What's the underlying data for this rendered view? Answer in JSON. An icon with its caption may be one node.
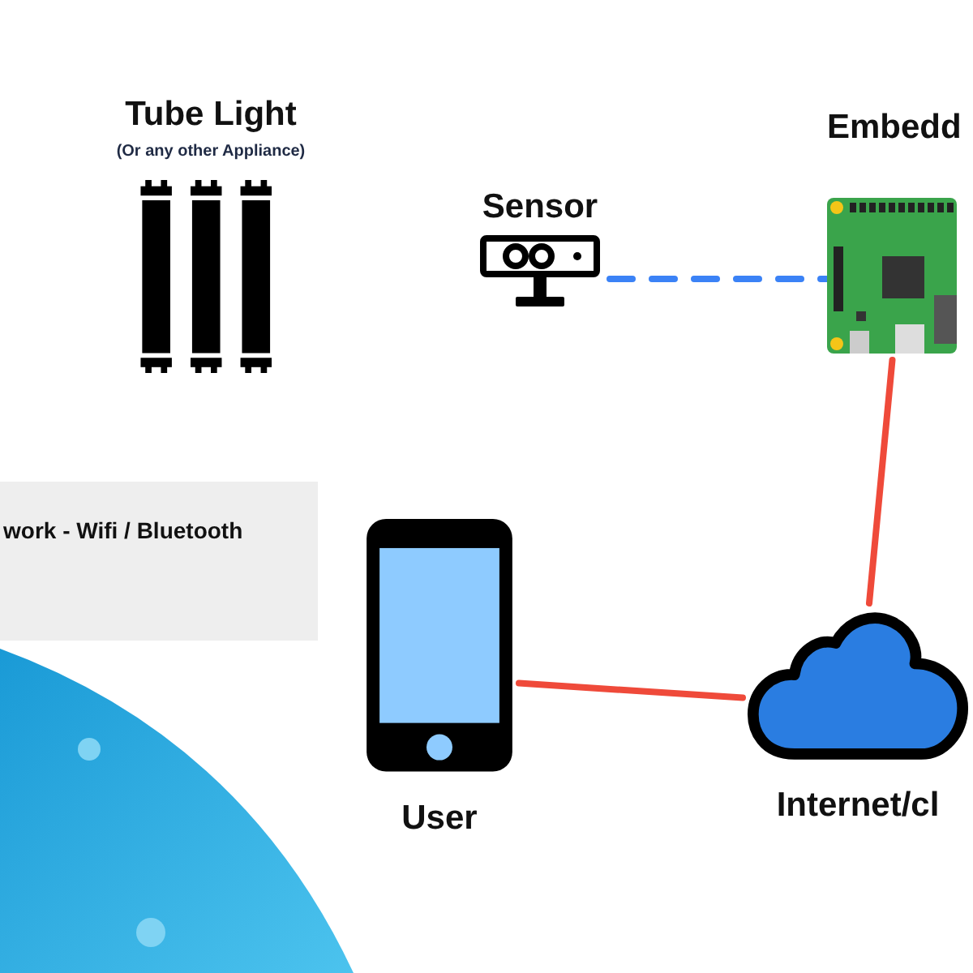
{
  "diagram": {
    "nodes": [
      {
        "text": [
          "Tube Light",
          "(Or any other Appliance)"
        ]
      },
      {
        "text": [
          "Sensor"
        ]
      },
      {
        "text": [
          "Embedd"
        ]
      },
      {
        "text": [
          "work - Wifi / Bluetooth"
        ]
      },
      {
        "text": [
          "User"
        ]
      },
      {
        "text": [
          "Internet/cl"
        ]
      }
    ],
    "edges": [
      {
        "from": 1,
        "to": 2,
        "arrow": "none",
        "style": "dashed",
        "color": "#3b82f6"
      },
      {
        "from": 4,
        "to": 5,
        "arrow": "none"
      },
      {
        "from": 5,
        "to": 2,
        "arrow": "none"
      }
    ]
  }
}
